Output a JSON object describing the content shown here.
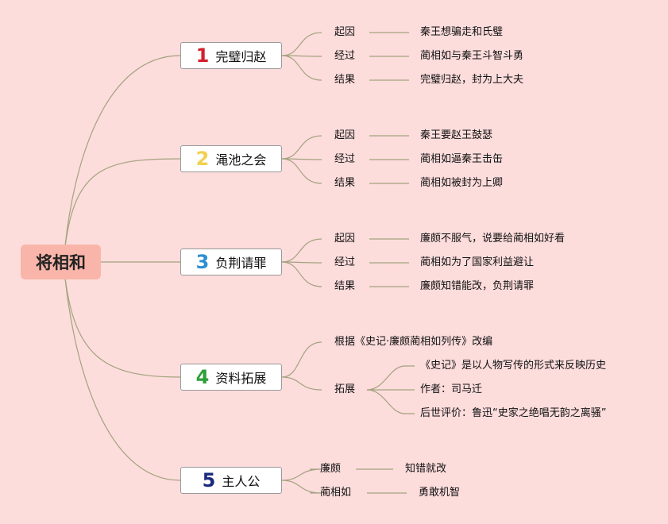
{
  "root": {
    "title": "将相和",
    "color": "#f9b5a9"
  },
  "line_color": "#a3a37e",
  "branches": [
    {
      "num": "1",
      "num_color": "#d3212d",
      "label": "完璧归赵",
      "items": [
        {
          "key": "起因",
          "value": "秦王想骗走和氏璧"
        },
        {
          "key": "经过",
          "value": "蔺相如与秦王斗智斗勇"
        },
        {
          "key": "结果",
          "value": "完璧归赵，封为上大夫"
        }
      ]
    },
    {
      "num": "2",
      "num_color": "#f1d14e",
      "label": "渑池之会",
      "items": [
        {
          "key": "起因",
          "value": "秦王要赵王鼓瑟"
        },
        {
          "key": "经过",
          "value": "蔺相如逼秦王击缶"
        },
        {
          "key": "结果",
          "value": "蔺相如被封为上卿"
        }
      ]
    },
    {
      "num": "3",
      "num_color": "#2b8fd2",
      "label": "负荆请罪",
      "items": [
        {
          "key": "起因",
          "value": "廉颇不服气，说要给蔺相如好看"
        },
        {
          "key": "经过",
          "value": "蔺相如为了国家利益避让"
        },
        {
          "key": "结果",
          "value": "廉颇知错能改，负荆请罪"
        }
      ]
    },
    {
      "num": "4",
      "num_color": "#2e9e3a",
      "label": "资料拓展",
      "top_item": "根据《史记·廉颇蔺相如列传》改编",
      "sub_key": "拓展",
      "sub_items": [
        "《史记》是以人物写传的形式来反映历史",
        "作者：司马迁",
        "后世评价：鲁迅“史家之绝唱无韵之离骚”"
      ]
    },
    {
      "num": "5",
      "num_color": "#1a2a7c",
      "label": "主人公",
      "items": [
        {
          "key": "廉颇",
          "value": "知错就改"
        },
        {
          "key": "蔺相如",
          "value": "勇敢机智"
        }
      ]
    }
  ]
}
